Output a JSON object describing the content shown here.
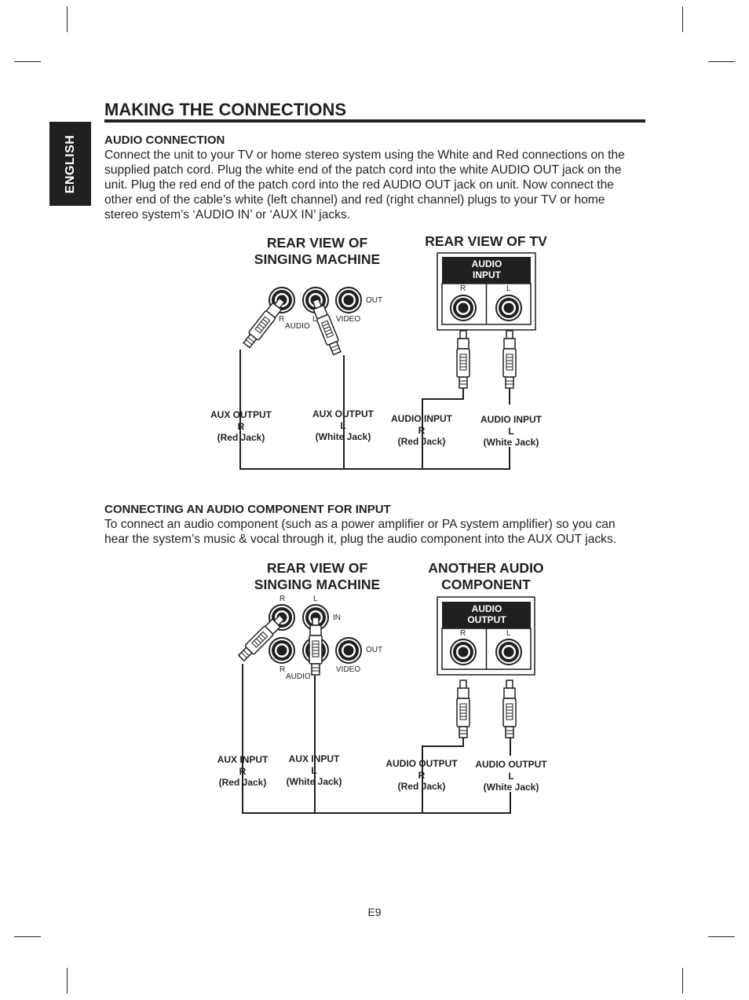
{
  "sidebar": {
    "language_tab": "ENGLISH"
  },
  "page": {
    "title": "MAKING THE CONNECTIONS",
    "page_number": "E9"
  },
  "section1": {
    "heading": "AUDIO CONNECTION",
    "lines": [
      "Connect the unit to your TV or home stereo system using the White and Red connections on the",
      "supplied patch cord. Plug the white end of the patch cord into the white AUDIO OUT jack on the",
      "unit. Plug the red end of the patch cord into the red AUDIO OUT jack on unit. Now connect the",
      "other end of the cable’s white (left channel) and red (right channel) plugs to your TV or home",
      "stereo system’s ‘AUDIO IN’ or ‘AUX IN’ jacks."
    ]
  },
  "diagram1": {
    "left_heading_1": "REAR VIEW OF",
    "left_heading_2": "SINGING MACHINE",
    "right_heading": "REAR VIEW OF TV",
    "panel_1": "AUDIO",
    "panel_2": "INPUT",
    "jack_r": "R",
    "jack_l": "L",
    "unit_r": "R",
    "unit_l": "L",
    "unit_audio": "AUDIO",
    "unit_video": "VIDEO",
    "unit_out": "OUT",
    "labels": [
      {
        "line1": "AUX OUTPUT",
        "line2": "R",
        "line3": "(Red Jack)"
      },
      {
        "line1": "AUX OUTPUT",
        "line2": "L",
        "line3": "(White Jack)"
      },
      {
        "line1": "AUDIO INPUT",
        "line2": "R",
        "line3": "(Red Jack)"
      },
      {
        "line1": "AUDIO INPUT",
        "line2": "L",
        "line3": "(White Jack)"
      }
    ]
  },
  "section2": {
    "heading": "CONNECTING AN AUDIO COMPONENT FOR INPUT",
    "lines": [
      "To connect an audio component (such as a power amplifier or PA system amplifier) so you can",
      "hear the system’s music & vocal through it, plug the audio component into the AUX OUT jacks."
    ]
  },
  "diagram2": {
    "left_heading_1": "REAR VIEW OF",
    "left_heading_2": "SINGING MACHINE",
    "right_heading_1": "ANOTHER AUDIO",
    "right_heading_2": "COMPONENT",
    "panel_1": "AUDIO",
    "panel_2": "OUTPUT",
    "jack_r": "R",
    "jack_l": "L",
    "unit_top_r": "R",
    "unit_top_l": "L",
    "unit_in": "IN",
    "unit_r": "R",
    "unit_audio": "AUDIO",
    "unit_video": "VIDEO",
    "unit_out": "OUT",
    "labels": [
      {
        "line1": "AUX INPUT",
        "line2": "R",
        "line3": "(Red Jack)"
      },
      {
        "line1": "AUX INPUT",
        "line2": "L",
        "line3": "(White Jack)"
      },
      {
        "line1": "AUDIO OUTPUT",
        "line2": "R",
        "line3": "(Red Jack)"
      },
      {
        "line1": "AUDIO OUTPUT",
        "line2": "L",
        "line3": "(White Jack)"
      }
    ]
  }
}
